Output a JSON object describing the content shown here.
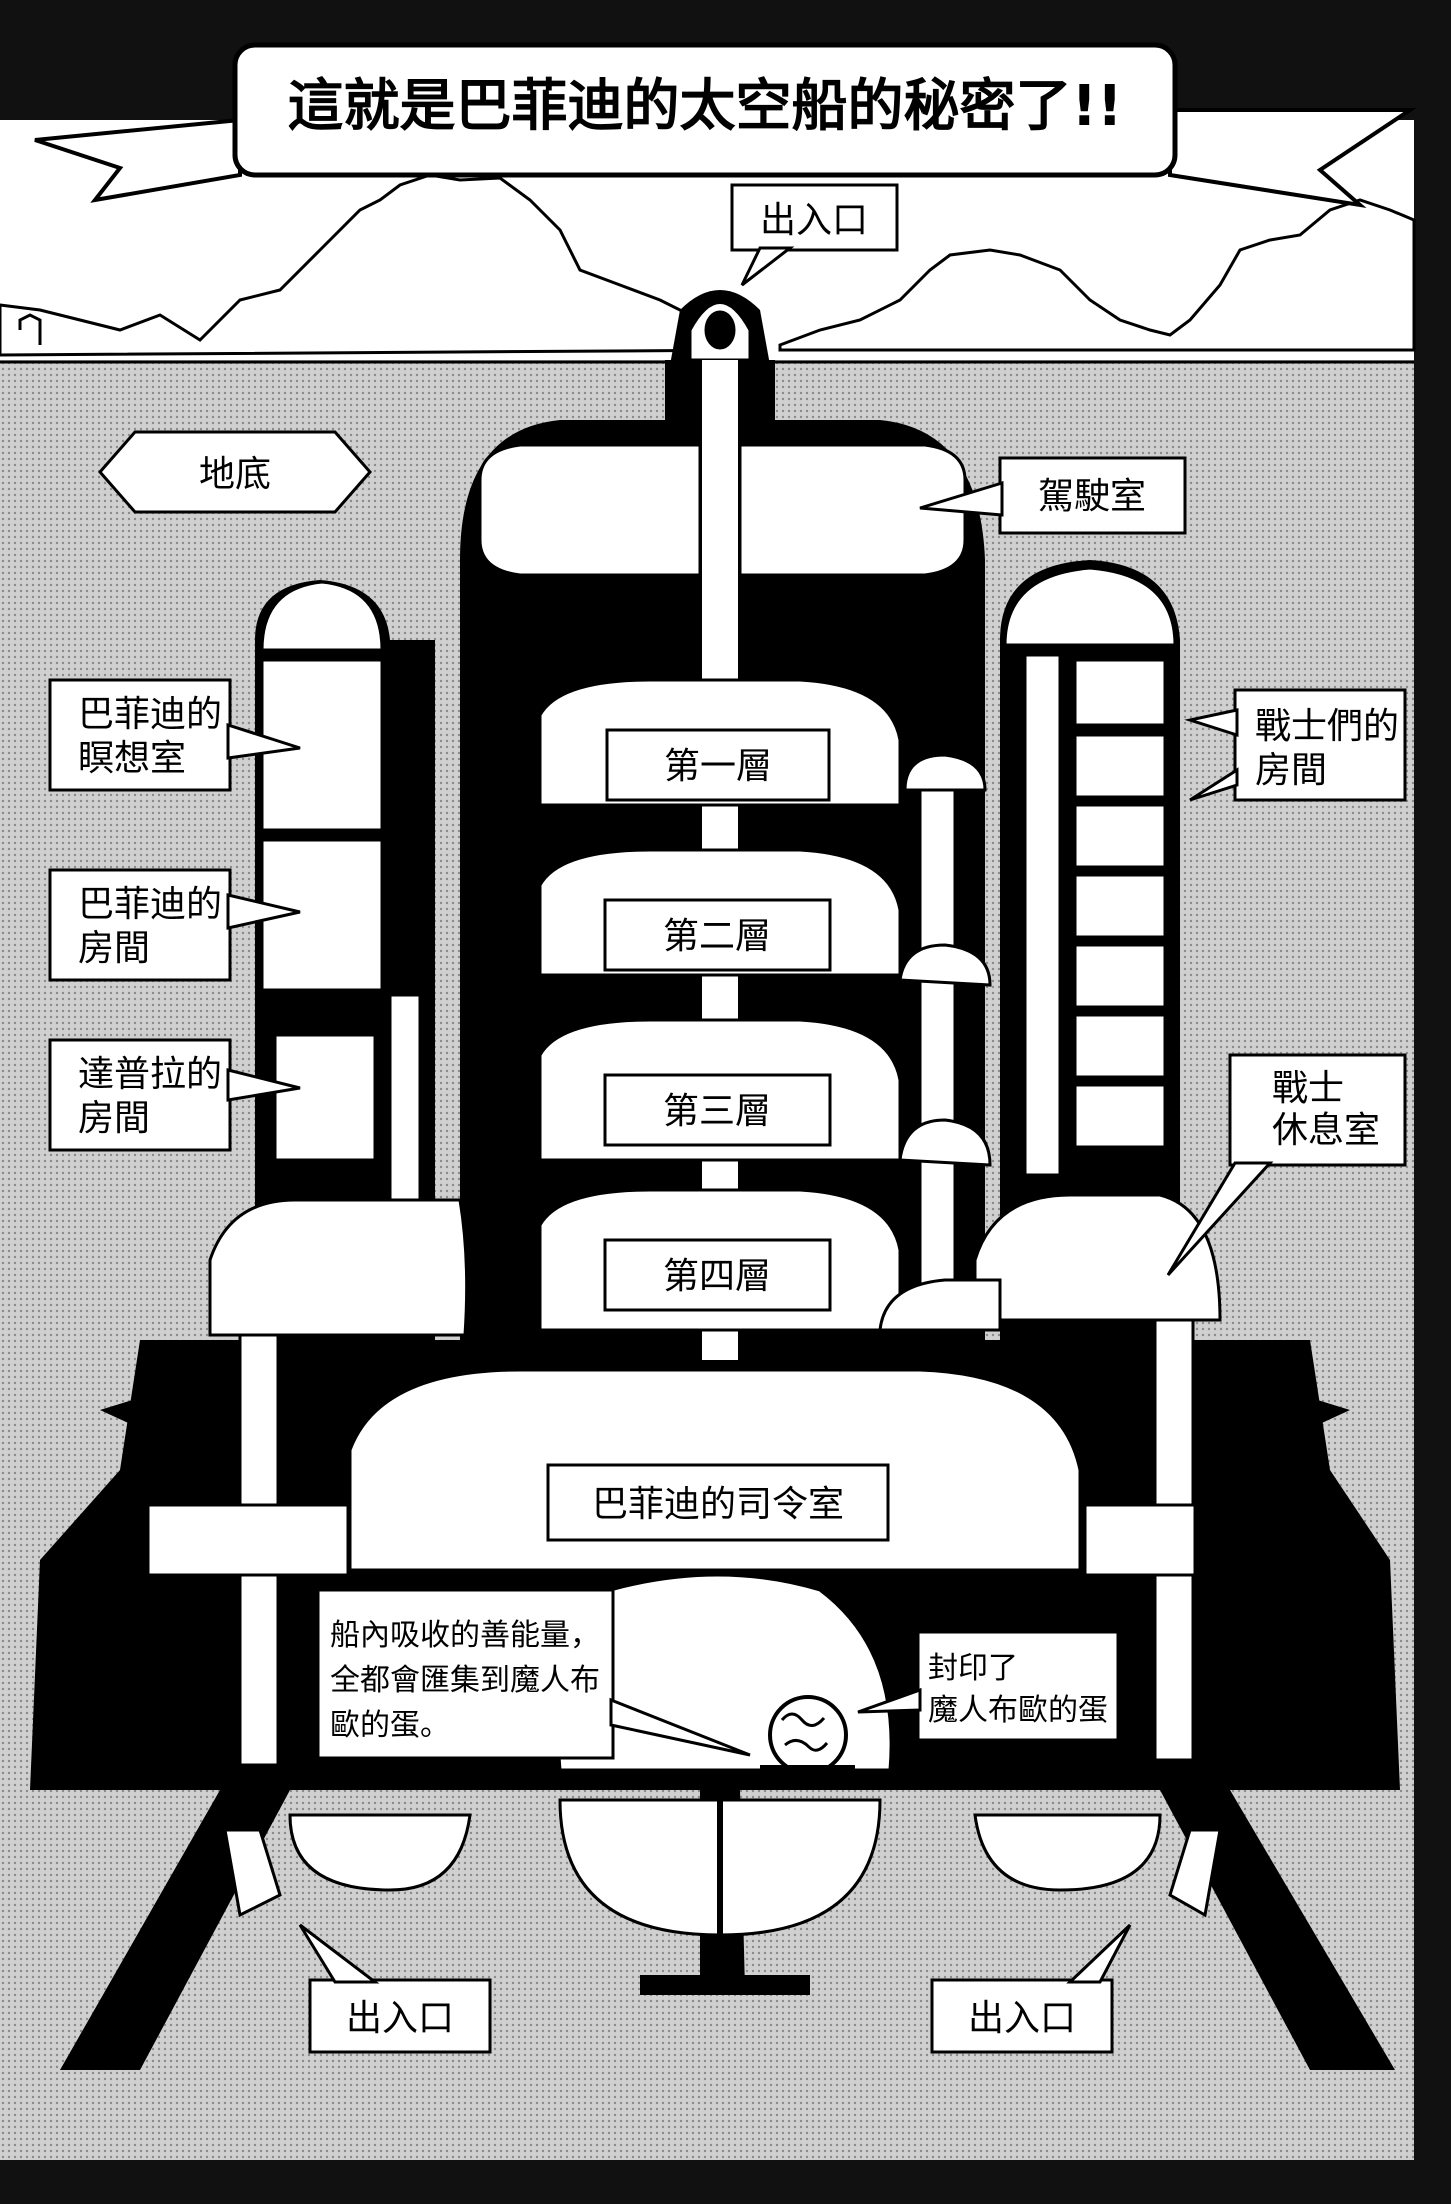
{
  "title": "這就是巴菲迪的太空船的秘密了!!",
  "labels": {
    "top_entrance": "出入口",
    "underground": "地底",
    "cockpit": "駕駛室",
    "meditation_room": [
      "巴菲迪的",
      "瞑想室"
    ],
    "babidi_room": [
      "巴菲迪的",
      "房間"
    ],
    "dabura_room": [
      "達普拉的",
      "房間"
    ],
    "warriors_rooms": [
      "戰士們的",
      "房間"
    ],
    "warriors_rest": [
      "戰士",
      "休息室"
    ],
    "floor1": "第一層",
    "floor2": "第二層",
    "floor3": "第三層",
    "floor4": "第四層",
    "command_room": "巴菲迪的司令室",
    "energy_note": [
      "船內吸收的善能量，",
      "全都會匯集到魔人布",
      "歐的蛋。"
    ],
    "sealed_egg": [
      "封印了",
      "魔人布歐的蛋"
    ],
    "bottom_left_entrance": "出入口",
    "bottom_right_entrance": "出入口"
  },
  "colors": {
    "ink": "#000000",
    "paper": "#ffffff",
    "ground": "#c8c8c8",
    "frame": "#111111"
  }
}
